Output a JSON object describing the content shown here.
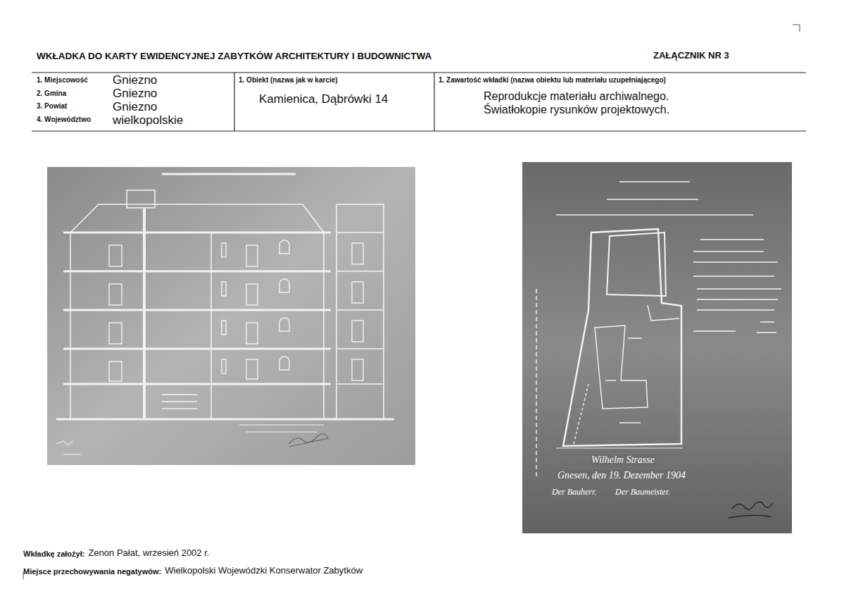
{
  "diagram": {
    "title": "WKŁADKA DO KARTY EWIDENCYJNEJ ZABYTKÓW ARCHITEKTURY I BUDOWNICTWA",
    "nodes": [
      {
        "text": [
          "1. Miejscowość",
          "Gniezno",
          "2. Gmina",
          "Gniezno",
          "3. Powiat",
          "Gniezno",
          "4. Województwo",
          "wielkopolskie"
        ]
      },
      {
        "text": [
          "1. Obiekt (nazwa jak w karcie)",
          "Kamienica, Dąbrówki 14"
        ]
      },
      {
        "text": [
          "1. Zawartość wkładki (nazwa obiektu lub materiału uzupełniającego)",
          "Reprodukcje materiału archiwalnego.",
          "Światłokopie rysunków projektowych."
        ]
      }
    ],
    "labels": [
      "ZAŁĄCZNIK NR 3",
      "Wilhelm Strasse",
      "Gnesen, den 19. Dezember 1904",
      "Der Bauherr.",
      "Der Baumeister.",
      "Wkładkę założył:",
      "Zenon Pałat, wrzesień 2002 r.",
      "Miejsce przechowywania negatywów:",
      "Wielkopolski Wojewódzki Konserwator Zabytków"
    ]
  }
}
